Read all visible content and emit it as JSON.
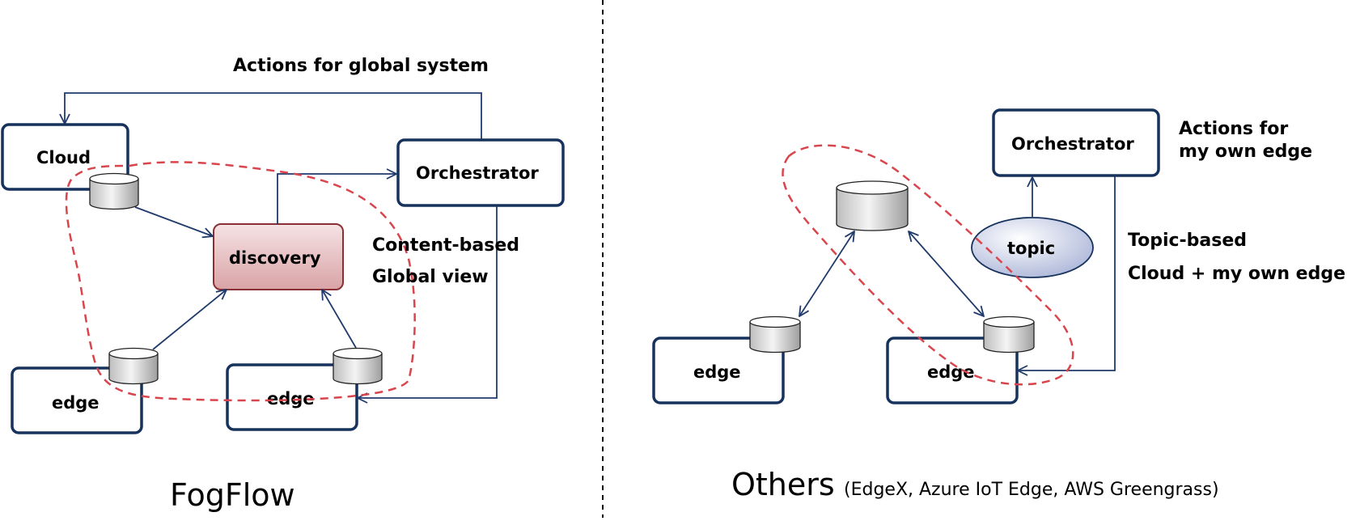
{
  "fogflow": {
    "caption": "FogFlow",
    "global_actions_label": "Actions for global system",
    "cloud_label": "Cloud",
    "orchestrator_label": "Orchestrator",
    "discovery_label": "discovery",
    "content_based_label": "Content-based",
    "global_view_label": "Global view",
    "edge_left_label": "edge",
    "edge_right_label": "edge"
  },
  "others": {
    "caption": "Others",
    "caption_detail": "(EdgeX, Azure IoT Edge, AWS Greengrass)",
    "orchestrator_label": "Orchestrator",
    "actions_line1": "Actions for",
    "actions_line2": "my own edge",
    "topic_label": "topic",
    "topic_based_label": "Topic-based",
    "cloud_edge_label": "Cloud + my own edge",
    "edge_left_label": "edge",
    "edge_right_label": "edge"
  },
  "colors": {
    "box_border": "#17325c",
    "arrow": "#1f3a6b",
    "lasso": "#d9454c",
    "discovery_fill": "#e6bcbe",
    "topic_fill": "#c4cbe3"
  }
}
